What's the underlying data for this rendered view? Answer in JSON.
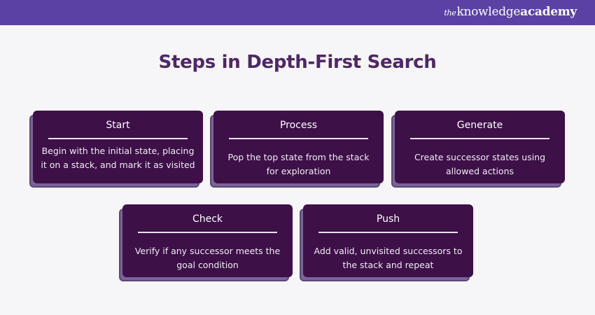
{
  "header": {
    "brand_the": "the",
    "brand_knowledge": "knowledge",
    "brand_academy": "academy",
    "color": "#5b41a3"
  },
  "title": "Steps in Depth-First Search",
  "colors": {
    "card_bg": "#3d1048",
    "card_shadow": "#7b6399",
    "title": "#4f2765"
  },
  "steps": [
    {
      "heading": "Start",
      "description": "Begin with the initial state, placing it on a stack, and mark it as visited"
    },
    {
      "heading": "Process",
      "description": "Pop the top state from the stack for exploration"
    },
    {
      "heading": "Generate",
      "description": "Create successor states using allowed actions"
    },
    {
      "heading": "Check",
      "description": "Verify if any successor meets the goal condition"
    },
    {
      "heading": "Push",
      "description": "Add valid, unvisited successors to the stack and repeat"
    }
  ]
}
